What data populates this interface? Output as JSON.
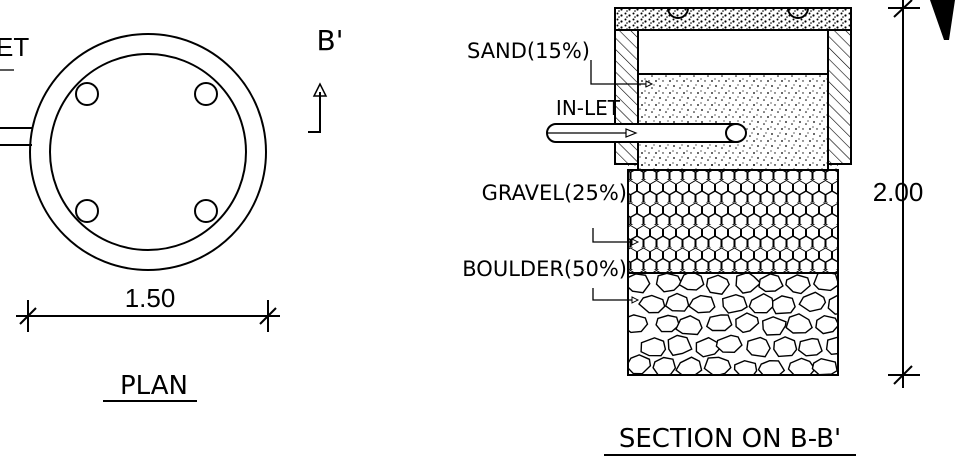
{
  "plan": {
    "title": "PLAN",
    "dimension": "1.50",
    "cut_marker": "B'",
    "inlet_fragment": "ET"
  },
  "section": {
    "title": "SECTION ON B-B'",
    "height_dimension": "2.00",
    "inlet_label": "IN-LET",
    "layers": [
      {
        "label": "SAND(15%)"
      },
      {
        "label": "GRAVEL(25%)"
      },
      {
        "label": "BOULDER(50%)"
      }
    ]
  }
}
